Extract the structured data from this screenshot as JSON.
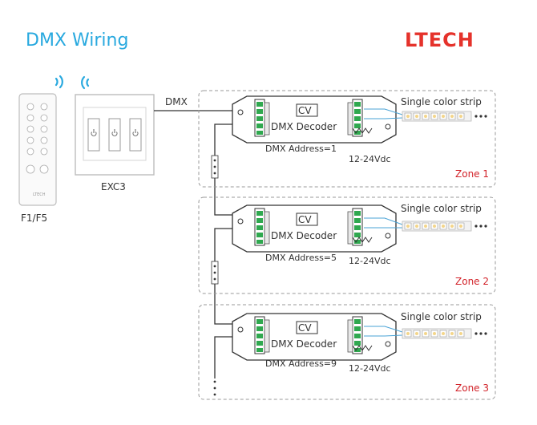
{
  "title": "DMX Wiring",
  "brand": "LTECH",
  "remote_label": "F1/F5",
  "remote_brand": "LTECH",
  "panel_label": "EXC3",
  "dmx_label": "DMX",
  "decoder": {
    "line1": "CV",
    "line2": "DMX Decoder"
  },
  "strip_label": "Single color strip",
  "power_label": "12-24Vdc",
  "zones": [
    {
      "label": "Zone 1",
      "address": "DMX Address=1"
    },
    {
      "label": "Zone 2",
      "address": "DMX Address=5"
    },
    {
      "label": "Zone 3",
      "address": "DMX Address=9"
    }
  ],
  "colors": {
    "title": "#29a9df",
    "brand": "#e5322b",
    "zone_label": "#d2232a",
    "wire": "#333333",
    "strip_wire": "#4aa3d6",
    "terminal": "#2fa84f"
  },
  "icons": [
    "wifi-signal-icon",
    "power-icon",
    "led-chip-icon"
  ]
}
